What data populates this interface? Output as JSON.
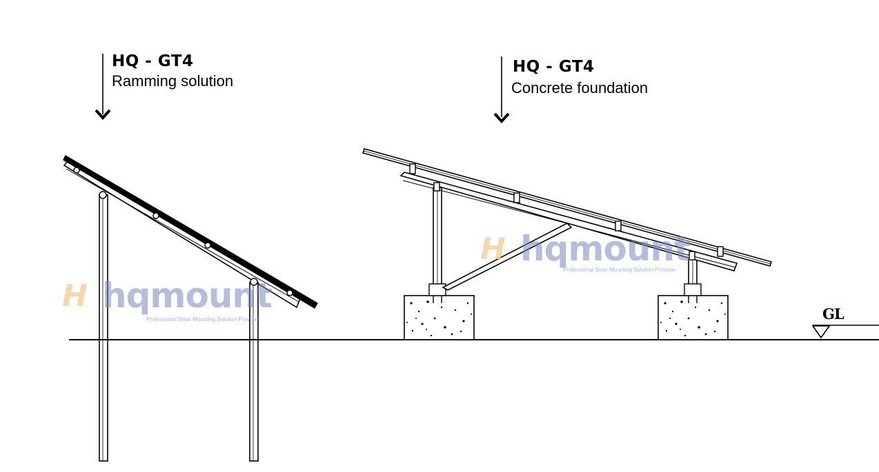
{
  "left_diagram": {
    "model": "HQ - GT4",
    "solution": "Ramming solution"
  },
  "right_diagram": {
    "model": "HQ - GT4",
    "solution": "Concrete foundation"
  },
  "ground_level": "GL",
  "watermark": {
    "brand": "hqmount",
    "tagline": "Professional Solar Mounting Solution Provider",
    "mark": "H"
  },
  "colors": {
    "line": "#000000",
    "background": "#ffffff",
    "watermark_text": "#7887be",
    "watermark_mark": "#f0c896"
  }
}
